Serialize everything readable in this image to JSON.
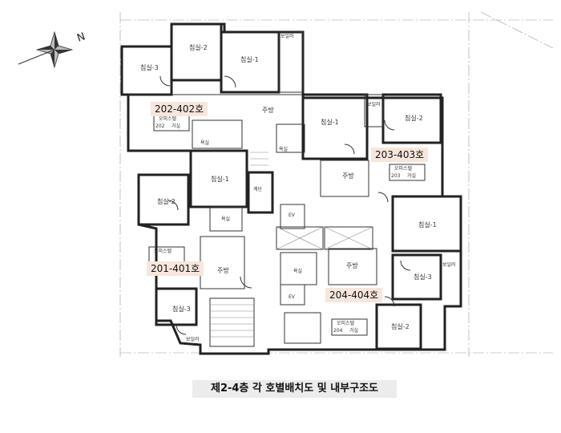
{
  "units": {
    "u202": "202-402호",
    "u203": "203-403호",
    "u201": "201-401호",
    "u204": "204-404호"
  },
  "rooms": {
    "bed1": "침실-1",
    "bed2": "침실-2",
    "bed3": "침실-3",
    "kitchen": "주방",
    "bath": "욕실",
    "boiler": "보일러",
    "stair": "계단",
    "elevator": "EV",
    "office": "오피스텔",
    "living": "거실",
    "n202": "202",
    "n203": "203",
    "n204": "204"
  },
  "compass": {
    "label": "N"
  },
  "caption": "제2-4층 각 호별배치도 및 내부구조도"
}
